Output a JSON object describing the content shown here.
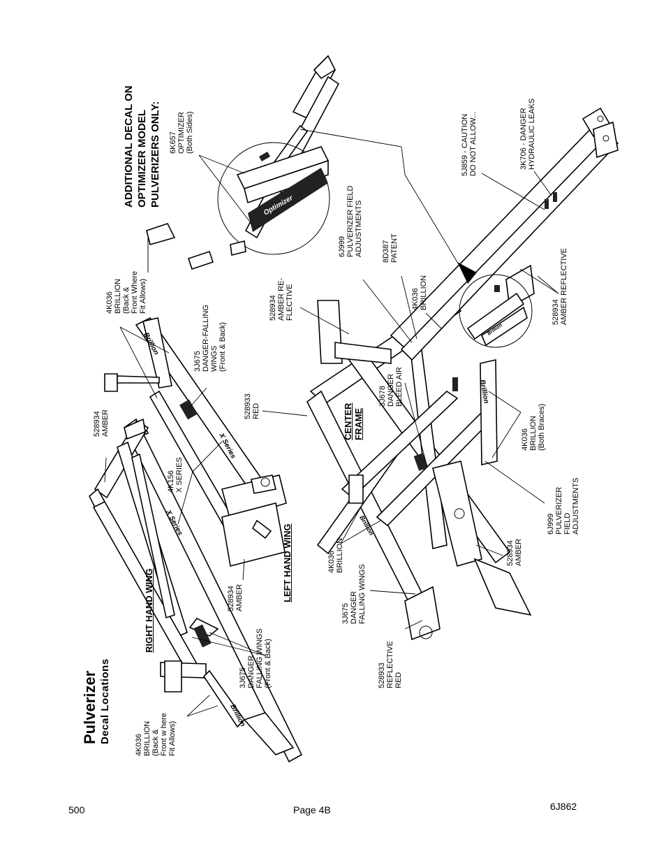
{
  "title": {
    "main": "Pulverizer",
    "sub": "Decal Locations"
  },
  "sections": {
    "right_hand_wing": "RIGHT HAND WING",
    "left_hand_wing": "LEFT HAND WING",
    "center_frame": [
      "CENTER",
      "FRAME"
    ]
  },
  "additional_note": [
    "ADDITIONAL DECAL ON",
    "OPTIMIZER MODEL",
    "PULVERIZERS ONLY:"
  ],
  "labels": {
    "rh_brillion": [
      "4K036",
      "BRILLION",
      "(Back &",
      "Front w here",
      "Fit Allows)"
    ],
    "rh_danger_falling": [
      "3J675",
      "DANGER",
      "FALLING WINGS",
      "(Front & Back)"
    ],
    "rh_amber_528934": [
      "528934",
      "AMBER"
    ],
    "x_series": [
      "4K156",
      "X SERIES"
    ],
    "lh_amber_528934": [
      "528934",
      "AMBER"
    ],
    "lh_danger_falling": [
      "3J675",
      "DANGER-FALLING",
      "WINGS",
      "(Front & Back)"
    ],
    "lh_brillion": [
      "4K036",
      "BRILLION",
      "(Back &",
      "Front Where",
      "Fit Allows)"
    ],
    "optimizer": [
      "6K657",
      "OPTIMIZER",
      "(Both Sides)"
    ],
    "amber_reflective_528934": [
      "528934",
      "AMBER RE-",
      "FLECTIVE"
    ],
    "red_528933": [
      "528933",
      "RED"
    ],
    "danger_bleed_air": [
      "3J678",
      "DANGER",
      "BLEED AIR"
    ],
    "cf_brillion": [
      "4K036",
      "BRILLION"
    ],
    "cf_danger_falling": [
      "3J675",
      "DANGER",
      "FALLING WINGS"
    ],
    "reflective_red": [
      "528933",
      "REFLECTIVE",
      "RED"
    ],
    "field_adj_top": [
      "6J999",
      "PULVERIZER FIELD",
      "ADJUSTMENTS"
    ],
    "patent": [
      "8D387",
      "PATENT"
    ],
    "tongue_brillion": [
      "4K036",
      "BRILLION"
    ],
    "caution": [
      "5J859 - CAUTION",
      "DO NOT ALLOW..."
    ],
    "hydraulic": [
      "3K706 - DANGER",
      "HYDRAULIC LEAKS"
    ],
    "amber_reflective_tongue": [
      "528934",
      "AMBER REFLECTIVE"
    ],
    "brillion_braces": [
      "4K036",
      "BRILLION",
      "(Both Braces)"
    ],
    "field_adj_bottom": [
      "6J999",
      "PULVERIZER",
      "FIELD",
      "ADJUSTMENTS"
    ],
    "amber_bottom": [
      "528934",
      "AMBER"
    ]
  },
  "decal_texts": {
    "brillion": "Brillion",
    "optimizer": "Optimizer",
    "xseries": "X Series"
  },
  "footer": {
    "left": "500",
    "center": "Page 4B",
    "right": "6J862"
  }
}
